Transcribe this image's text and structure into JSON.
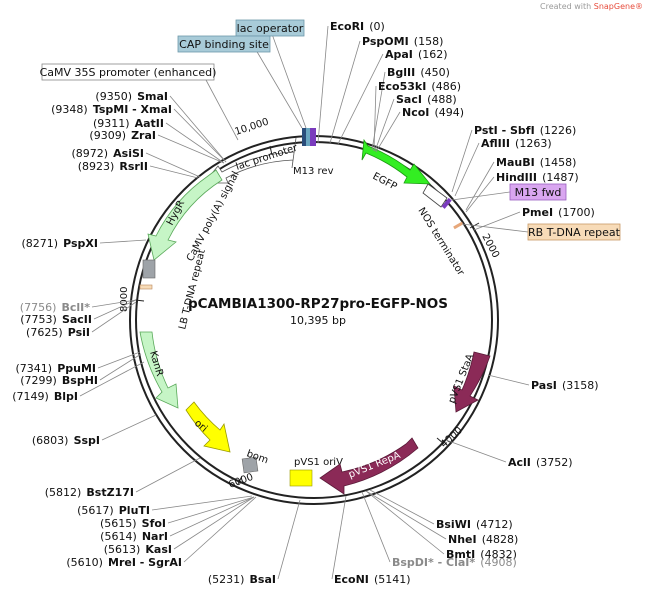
{
  "credit": {
    "prefix": "Created with ",
    "brand": "SnapGene®"
  },
  "plasmid": {
    "name": "pCAMBIA1300-RP27pro-EGFP-NOS",
    "size": "10,395 bp"
  },
  "ticks": [
    "2000",
    "4000",
    "6000",
    "8000",
    "10,000"
  ],
  "sites_right": [
    {
      "name": "EcoRI",
      "pos": "(0)",
      "grey": false
    },
    {
      "name": "PspOMI",
      "pos": "(158)",
      "grey": false
    },
    {
      "name": "ApaI",
      "pos": "(162)",
      "grey": false
    },
    {
      "name": "BglII",
      "pos": "(450)",
      "grey": false
    },
    {
      "name": "Eco53kI",
      "pos": "(486)",
      "grey": false
    },
    {
      "name": "SacI",
      "pos": "(488)",
      "grey": false
    },
    {
      "name": "NcoI",
      "pos": "(494)",
      "grey": false
    },
    {
      "name": "PstI - SbfI",
      "pos": "(1226)",
      "grey": false
    },
    {
      "name": "AflIII",
      "pos": "(1263)",
      "grey": false
    },
    {
      "name": "MauBI",
      "pos": "(1458)",
      "grey": false
    },
    {
      "name": "HindIII",
      "pos": "(1487)",
      "grey": false
    },
    {
      "name": "PmeI",
      "pos": "(1700)",
      "grey": false
    },
    {
      "name": "PasI",
      "pos": "(3158)",
      "grey": false
    },
    {
      "name": "AclI",
      "pos": "(3752)",
      "grey": false
    },
    {
      "name": "BsiWI",
      "pos": "(4712)",
      "grey": false
    },
    {
      "name": "NheI",
      "pos": "(4828)",
      "grey": false
    },
    {
      "name": "BmtI",
      "pos": "(4832)",
      "grey": false
    },
    {
      "name": "BspDI* - ClaI*",
      "pos": "(4908)",
      "grey": true
    },
    {
      "name": "EcoNI",
      "pos": "(5141)",
      "grey": false
    }
  ],
  "sites_left": [
    {
      "name": "SmaI",
      "pos": "(9350)",
      "grey": false
    },
    {
      "name": "TspMI - XmaI",
      "pos": "(9348)",
      "grey": false
    },
    {
      "name": "AatII",
      "pos": "(9311)",
      "grey": false
    },
    {
      "name": "ZraI",
      "pos": "(9309)",
      "grey": false
    },
    {
      "name": "AsiSI",
      "pos": "(8972)",
      "grey": false
    },
    {
      "name": "RsrII",
      "pos": "(8923)",
      "grey": false
    },
    {
      "name": "PspXI",
      "pos": "(8271)",
      "grey": false
    },
    {
      "name": "BclI*",
      "pos": "(7756)",
      "grey": true
    },
    {
      "name": "SacII",
      "pos": "(7753)",
      "grey": false
    },
    {
      "name": "PsiI",
      "pos": "(7625)",
      "grey": false
    },
    {
      "name": "PpuMI",
      "pos": "(7341)",
      "grey": false
    },
    {
      "name": "BspHI",
      "pos": "(7299)",
      "grey": false
    },
    {
      "name": "BlpI",
      "pos": "(7149)",
      "grey": false
    },
    {
      "name": "SspI",
      "pos": "(6803)",
      "grey": false
    },
    {
      "name": "BstZ17I",
      "pos": "(5812)",
      "grey": false
    },
    {
      "name": "PluTI",
      "pos": "(5617)",
      "grey": false
    },
    {
      "name": "SfoI",
      "pos": "(5615)",
      "grey": false
    },
    {
      "name": "NarI",
      "pos": "(5614)",
      "grey": false
    },
    {
      "name": "KasI",
      "pos": "(5613)",
      "grey": false
    },
    {
      "name": "MreI - SgrAI",
      "pos": "(5610)",
      "grey": false
    },
    {
      "name": "BsaI",
      "pos": "(5231)",
      "grey": false
    }
  ],
  "boxed_features": {
    "lac_operator": "lac operator",
    "cap_binding_site": "CAP binding site",
    "camv35s": "CaMV 35S promoter (enhanced)",
    "m13_fwd": "M13 fwd",
    "rb_tdna": "RB T-DNA repeat"
  },
  "features": {
    "egfp": "EGFP",
    "nos": "NOS terminator",
    "m13_rev": "M13 rev",
    "lac_promoter": "lac promoter",
    "hygr": "HygR",
    "camv_polya": "CaMV poly(A) signal",
    "lb_tdna": "LB T-DNA repeat",
    "kanr": "KanR",
    "ori": "ori",
    "bom": "bom",
    "pvs1_oriv": "pVS1 oriV",
    "pvs1_repa": "pVS1 RepA",
    "pvs1_staa": "pVS1 StaA"
  },
  "colors": {
    "egfp": "#33ee22",
    "hygr": "#c6f5c6",
    "kanr": "#c6f5c6",
    "ori": "#ffff00",
    "pvs1": "#8b2a57",
    "box_blue": "#a8cbd8",
    "box_purple": "#d9a6f0",
    "box_orange": "#f7dbb8",
    "grey_feature": "#9ea3a8"
  }
}
